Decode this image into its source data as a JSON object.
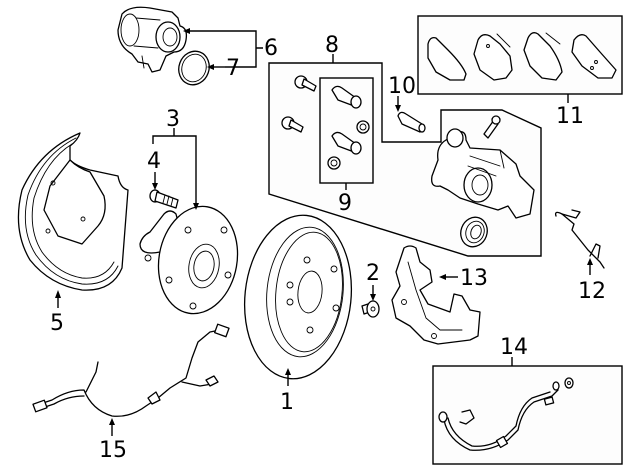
{
  "diagram": {
    "type": "exploded-parts-diagram",
    "subject": "Rear brake assembly",
    "callouts": [
      {
        "id": "1",
        "label": "1",
        "part": "brake-rotor"
      },
      {
        "id": "2",
        "label": "2",
        "part": "rotor-screw"
      },
      {
        "id": "3",
        "label": "3",
        "part": "hub-bearing-assembly"
      },
      {
        "id": "4",
        "label": "4",
        "part": "wheel-stud"
      },
      {
        "id": "5",
        "label": "5",
        "part": "splash-shield"
      },
      {
        "id": "6",
        "label": "6",
        "part": "parking-brake-actuator"
      },
      {
        "id": "7",
        "label": "7",
        "part": "o-ring"
      },
      {
        "id": "8",
        "label": "8",
        "part": "caliper-assembly"
      },
      {
        "id": "9",
        "label": "9",
        "part": "guide-pin-boot-kit"
      },
      {
        "id": "10",
        "label": "10",
        "part": "guide-pin"
      },
      {
        "id": "11",
        "label": "11",
        "part": "brake-pads"
      },
      {
        "id": "12",
        "label": "12",
        "part": "pad-spring"
      },
      {
        "id": "13",
        "label": "13",
        "part": "caliper-bracket"
      },
      {
        "id": "14",
        "label": "14",
        "part": "brake-hose"
      },
      {
        "id": "15",
        "label": "15",
        "part": "abs-sensor-harness"
      }
    ]
  }
}
